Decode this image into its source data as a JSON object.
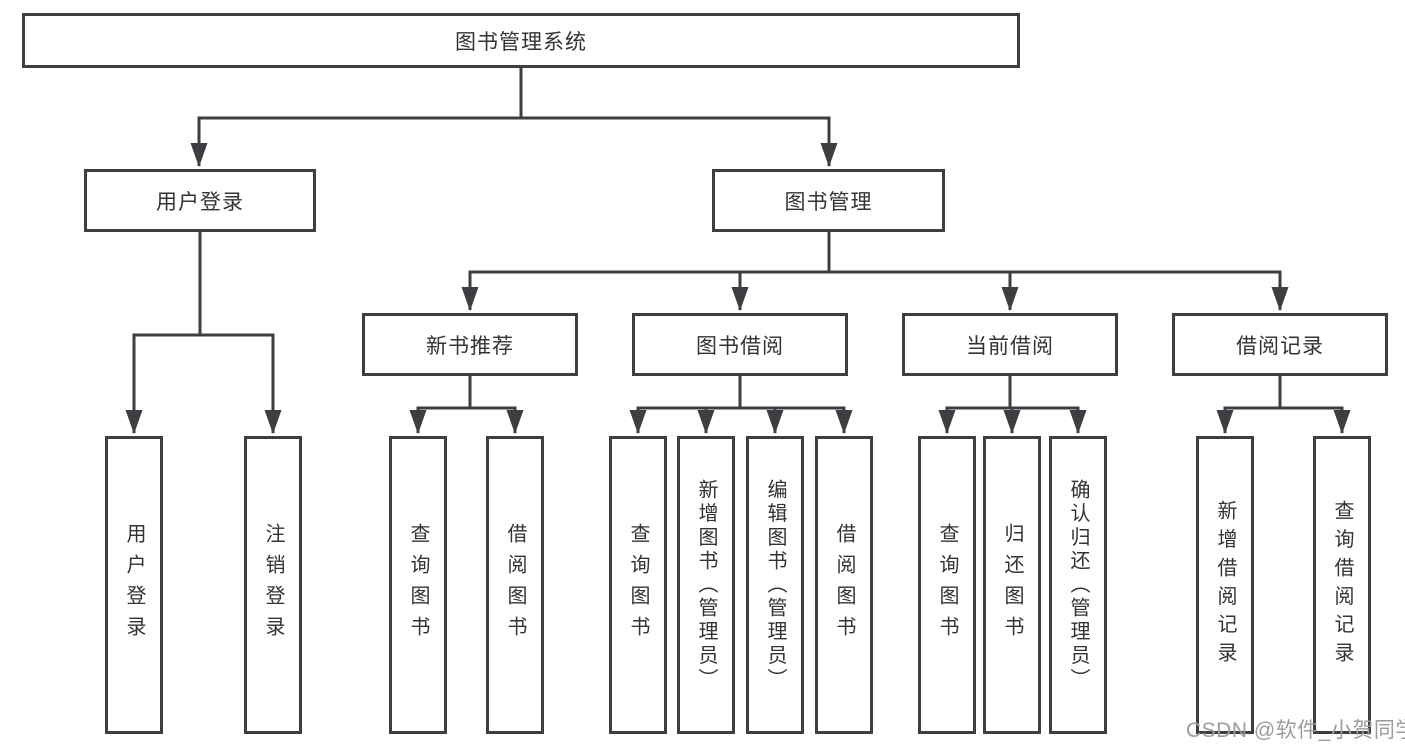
{
  "diagram": {
    "root": {
      "label": "图书管理系统"
    },
    "level2": [
      {
        "id": "user-login",
        "label": "用户登录"
      },
      {
        "id": "book-management",
        "label": "图书管理"
      }
    ],
    "level3": [
      {
        "id": "new-book-recommendation",
        "label": "新书推荐",
        "parent": "图书管理"
      },
      {
        "id": "book-borrowing",
        "label": "图书借阅",
        "parent": "图书管理"
      },
      {
        "id": "current-borrowing",
        "label": "当前借阅",
        "parent": "图书管理"
      },
      {
        "id": "borrowing-records",
        "label": "借阅记录",
        "parent": "图书管理"
      }
    ],
    "leaves": {
      "user_login": [
        {
          "label": "用户登录"
        },
        {
          "label": "注销登录"
        }
      ],
      "new_book_recommendation": [
        {
          "label": "查询图书"
        },
        {
          "label": "借阅图书"
        }
      ],
      "book_borrowing": [
        {
          "label": "查询图书"
        },
        {
          "label": "新增图书（管理员）"
        },
        {
          "label": "编辑图书（管理员）"
        },
        {
          "label": "借阅图书"
        }
      ],
      "current_borrowing": [
        {
          "label": "查询图书"
        },
        {
          "label": "归还图书"
        },
        {
          "label": "确认归还（管理员）"
        }
      ],
      "borrowing_records": [
        {
          "label": "新增借阅记录"
        },
        {
          "label": "查询借阅记录"
        }
      ]
    }
  },
  "watermark": {
    "text": "CSDN @软件_小贺同学"
  },
  "colors": {
    "line": "#3c3e41",
    "text": "#333333",
    "watermark": "#9c9c9c",
    "background": "#ffffff"
  }
}
